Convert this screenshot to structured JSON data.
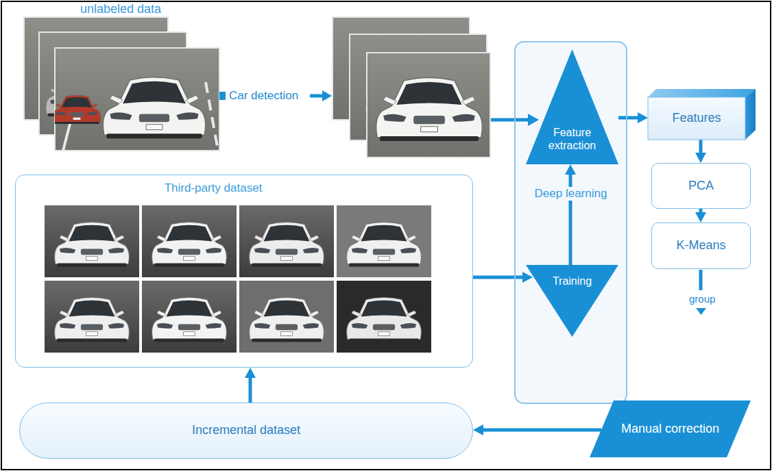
{
  "diagram": {
    "nodes": [
      {
        "text": [
          "Deep learning"
        ]
      },
      {
        "text": [
          "Feature extraction"
        ],
        "in": 0
      },
      {
        "text": [
          "Training"
        ],
        "in": 0
      },
      {
        "text": [
          "Features"
        ]
      },
      {
        "text": [
          "PCA"
        ]
      },
      {
        "text": [
          "K-Means"
        ]
      },
      {
        "text": [
          "Third-party dataset"
        ]
      },
      {
        "text": [
          "Manual correction"
        ]
      },
      {
        "text": [
          "Incremental dataset"
        ]
      }
    ],
    "edges": [
      {
        "from": 1,
        "to": 3,
        "arrow": "to"
      },
      {
        "from": 2,
        "to": 1,
        "arrow": "to"
      },
      {
        "from": 3,
        "to": 4,
        "arrow": "to"
      },
      {
        "from": 4,
        "to": 5,
        "arrow": "to"
      },
      {
        "from": 6,
        "to": 2,
        "arrow": "to"
      },
      {
        "from": 7,
        "to": 8,
        "arrow": "to"
      },
      {
        "from": 8,
        "to": 6,
        "arrow": "to"
      }
    ],
    "labels": [
      "unlabeled data",
      "Car detection",
      "group"
    ]
  }
}
